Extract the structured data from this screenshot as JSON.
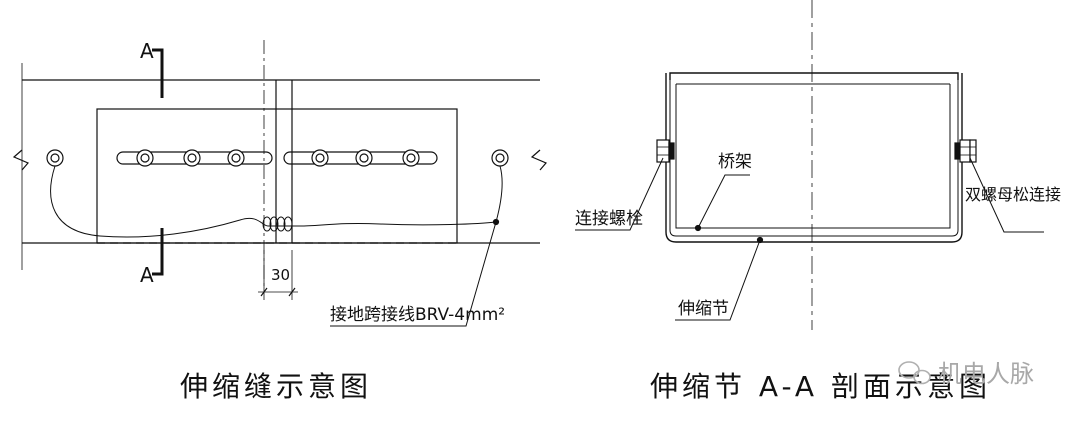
{
  "left_view": {
    "section_mark_top": "A",
    "section_mark_bottom": "A",
    "gap_dimension": "30",
    "jumper_label": "接地跨接线BRV-4mm²",
    "caption": "伸缩缝示意图"
  },
  "right_view": {
    "tray_label": "桥架",
    "bolt_label": "连接螺栓",
    "double_nut_label": "双螺母松连接",
    "expansion_label": "伸缩节",
    "caption": "伸缩节 A-A 剖面示意图"
  },
  "watermark": {
    "icon": "wechat-icon",
    "text": "机电人脉"
  }
}
